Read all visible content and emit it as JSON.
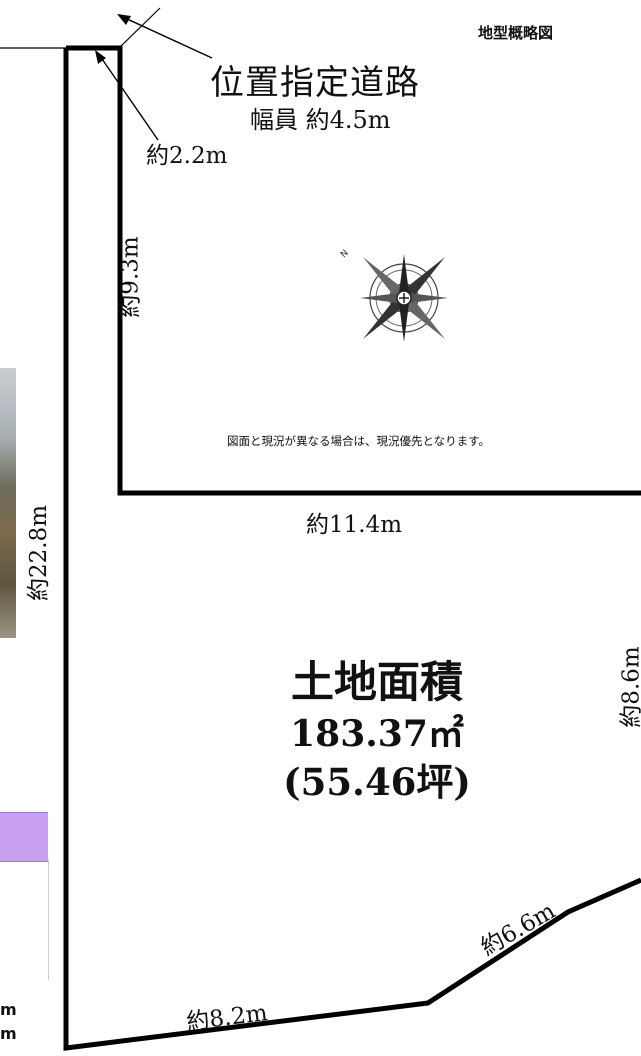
{
  "title": "地型概略図",
  "road": {
    "name": "位置指定道路",
    "width": "幅員 約4.5m"
  },
  "dimensions": {
    "top": "約2.2m",
    "inner_left": "約9.3m",
    "inner_bottom": "約11.4m",
    "left": "約22.8m",
    "right": "約8.6m",
    "bottom_right": "約6.6m",
    "bottom_left": "約8.2m"
  },
  "note": "図面と現況が異なる場合は、現況優先となります。",
  "area": {
    "label": "土地面積",
    "m2": "183.37㎡",
    "tsubo": "(55.46坪)"
  },
  "side_fragments": [
    "m",
    "m"
  ],
  "compass_label": "N",
  "colors": {
    "line": "#000000",
    "sidebar_band": "#c8a0f0"
  }
}
